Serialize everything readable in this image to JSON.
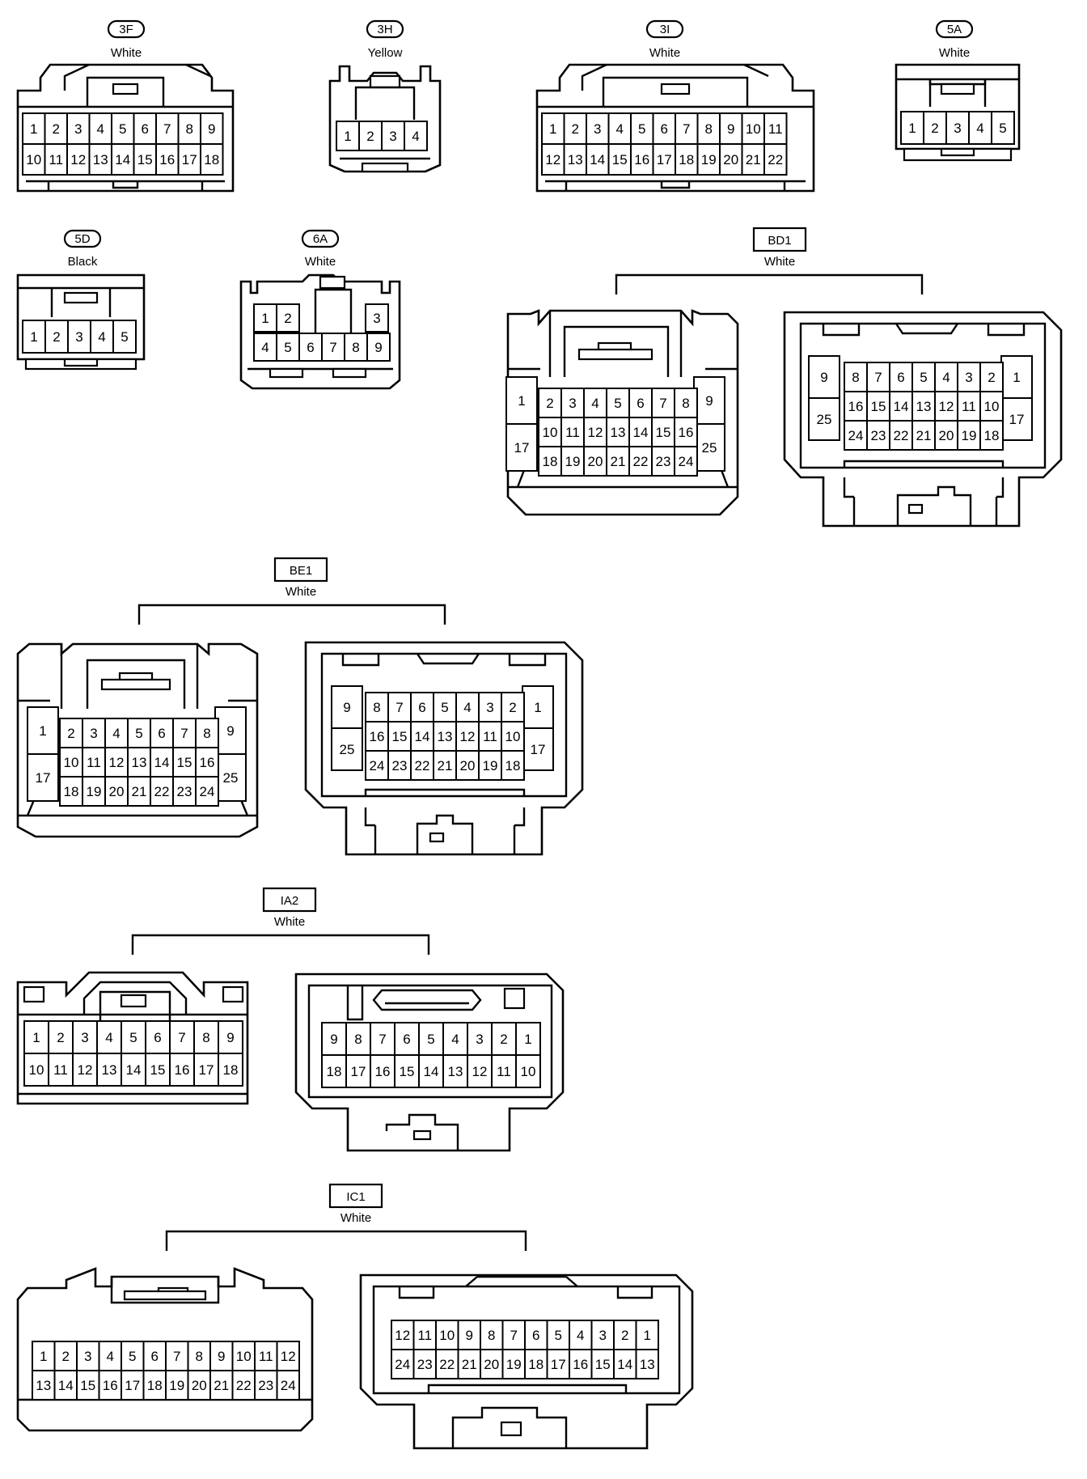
{
  "connectors": [
    {
      "id": "c3F",
      "code": "3F",
      "code_style": "pill",
      "color": "White",
      "rows": [
        [
          "1",
          "2",
          "3",
          "4",
          "5",
          "6",
          "7",
          "8",
          "9"
        ],
        [
          "10",
          "11",
          "12",
          "13",
          "14",
          "15",
          "16",
          "17",
          "18"
        ]
      ]
    },
    {
      "id": "c3H",
      "code": "3H",
      "code_style": "pill",
      "color": "Yellow",
      "rows": [
        [
          "1",
          "2",
          "3",
          "4"
        ]
      ]
    },
    {
      "id": "c3I",
      "code": "3I",
      "code_style": "pill",
      "color": "White",
      "rows": [
        [
          "1",
          "2",
          "3",
          "4",
          "5",
          "6",
          "7",
          "8",
          "9",
          "10",
          "11"
        ],
        [
          "12",
          "13",
          "14",
          "15",
          "16",
          "17",
          "18",
          "19",
          "20",
          "21",
          "22"
        ]
      ]
    },
    {
      "id": "c5A",
      "code": "5A",
      "code_style": "pill",
      "color": "White",
      "rows": [
        [
          "1",
          "2",
          "3",
          "4",
          "5"
        ]
      ]
    },
    {
      "id": "c5D",
      "code": "5D",
      "code_style": "pill",
      "color": "Black",
      "rows": [
        [
          "1",
          "2",
          "3",
          "4",
          "5"
        ]
      ]
    },
    {
      "id": "c6A",
      "code": "6A",
      "code_style": "pill",
      "color": "White",
      "rows": [
        [
          "1",
          "2",
          "3"
        ],
        [
          "4",
          "5",
          "6",
          "7",
          "8",
          "9"
        ]
      ]
    },
    {
      "id": "cBD1",
      "code": "BD1",
      "code_style": "box",
      "color": "White",
      "male": {
        "left": [
          "1",
          "17"
        ],
        "right": [
          "9",
          "25"
        ],
        "grid": [
          [
            "2",
            "3",
            "4",
            "5",
            "6",
            "7",
            "8"
          ],
          [
            "10",
            "11",
            "12",
            "13",
            "14",
            "15",
            "16"
          ],
          [
            "18",
            "19",
            "20",
            "21",
            "22",
            "23",
            "24"
          ]
        ]
      },
      "female": {
        "left": [
          "9",
          "25"
        ],
        "right": [
          "1",
          "17"
        ],
        "grid": [
          [
            "8",
            "7",
            "6",
            "5",
            "4",
            "3",
            "2"
          ],
          [
            "16",
            "15",
            "14",
            "13",
            "12",
            "11",
            "10"
          ],
          [
            "24",
            "23",
            "22",
            "21",
            "20",
            "19",
            "18"
          ]
        ]
      }
    },
    {
      "id": "cBE1",
      "code": "BE1",
      "code_style": "box",
      "color": "White",
      "male": {
        "left": [
          "1",
          "17"
        ],
        "right": [
          "9",
          "25"
        ],
        "grid": [
          [
            "2",
            "3",
            "4",
            "5",
            "6",
            "7",
            "8"
          ],
          [
            "10",
            "11",
            "12",
            "13",
            "14",
            "15",
            "16"
          ],
          [
            "18",
            "19",
            "20",
            "21",
            "22",
            "23",
            "24"
          ]
        ]
      },
      "female": {
        "left": [
          "9",
          "25"
        ],
        "right": [
          "1",
          "17"
        ],
        "grid": [
          [
            "8",
            "7",
            "6",
            "5",
            "4",
            "3",
            "2"
          ],
          [
            "16",
            "15",
            "14",
            "13",
            "12",
            "11",
            "10"
          ],
          [
            "24",
            "23",
            "22",
            "21",
            "20",
            "19",
            "18"
          ]
        ]
      }
    },
    {
      "id": "cIA2",
      "code": "IA2",
      "code_style": "box",
      "color": "White",
      "male": {
        "rows": [
          [
            "1",
            "2",
            "3",
            "4",
            "5",
            "6",
            "7",
            "8",
            "9"
          ],
          [
            "10",
            "11",
            "12",
            "13",
            "14",
            "15",
            "16",
            "17",
            "18"
          ]
        ]
      },
      "female": {
        "rows": [
          [
            "9",
            "8",
            "7",
            "6",
            "5",
            "4",
            "3",
            "2",
            "1"
          ],
          [
            "18",
            "17",
            "16",
            "15",
            "14",
            "13",
            "12",
            "11",
            "10"
          ]
        ]
      }
    },
    {
      "id": "cIC1",
      "code": "IC1",
      "code_style": "box",
      "color": "White",
      "male": {
        "rows": [
          [
            "1",
            "2",
            "3",
            "4",
            "5",
            "6",
            "7",
            "8",
            "9",
            "10",
            "11",
            "12"
          ],
          [
            "13",
            "14",
            "15",
            "16",
            "17",
            "18",
            "19",
            "20",
            "21",
            "22",
            "23",
            "24"
          ]
        ]
      },
      "female": {
        "rows": [
          [
            "12",
            "11",
            "10",
            "9",
            "8",
            "7",
            "6",
            "5",
            "4",
            "3",
            "2",
            "1"
          ],
          [
            "24",
            "23",
            "22",
            "21",
            "20",
            "19",
            "18",
            "17",
            "16",
            "15",
            "14",
            "13"
          ]
        ]
      }
    }
  ]
}
